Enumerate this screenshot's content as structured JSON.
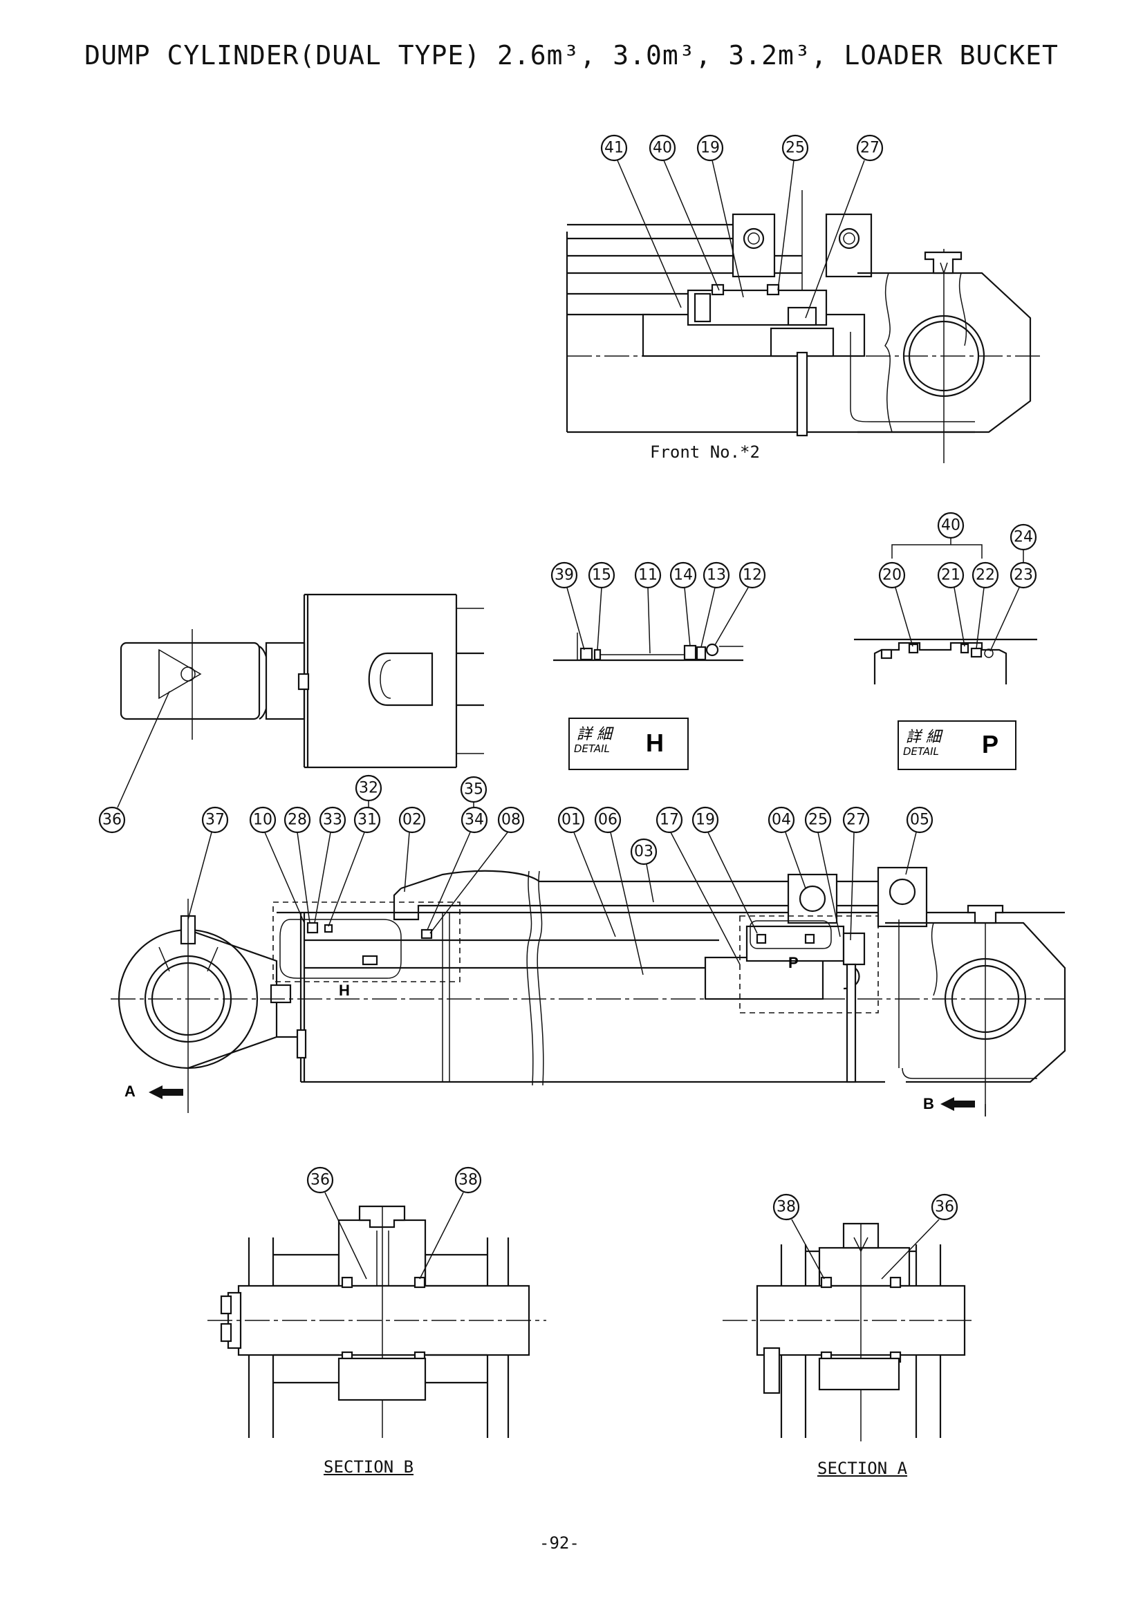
{
  "title": "DUMP CYLINDER(DUAL TYPE) 2.6m³, 3.0m³, 3.2m³, LOADER BUCKET",
  "front_note": "Front No.*2",
  "page_number": "-92-",
  "sections": {
    "b": "SECTION B",
    "a": "SECTION A"
  },
  "details": {
    "h": {
      "jp": "詳 細",
      "en": "DETAIL",
      "letter": "H"
    },
    "p": {
      "jp": "詳 細",
      "en": "DETAIL",
      "letter": "P"
    }
  },
  "view_arrows": {
    "a": "A",
    "b": "B"
  },
  "region_labels": {
    "h": "H",
    "p": "P"
  },
  "balloons": {
    "top": [
      "41",
      "40",
      "19",
      "25",
      "27"
    ],
    "detail_h": [
      "39",
      "15",
      "11",
      "14",
      "13",
      "12"
    ],
    "detail_p": [
      "40",
      "24",
      "20",
      "21",
      "22",
      "23"
    ],
    "main_upper": [
      "32",
      "35"
    ],
    "main": [
      "36",
      "37",
      "10",
      "28",
      "33",
      "31",
      "02",
      "34",
      "08",
      "01",
      "06",
      "03",
      "17",
      "19",
      "04",
      "25",
      "27",
      "05"
    ],
    "section_b": [
      "36",
      "38"
    ],
    "section_a": [
      "38",
      "36"
    ]
  }
}
